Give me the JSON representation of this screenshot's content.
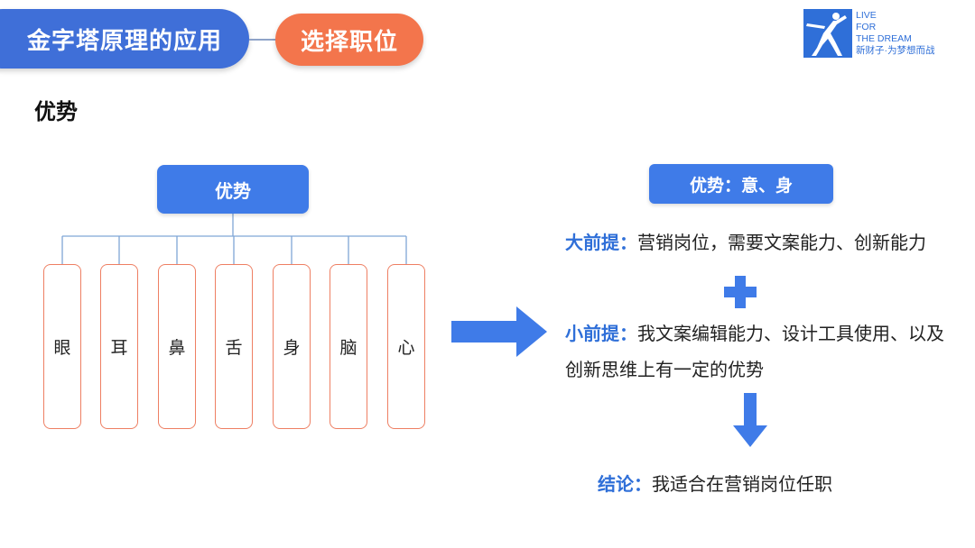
{
  "header": {
    "title": "金字塔原理的应用",
    "subtitle": "选择职位"
  },
  "logo": {
    "line1": "LIVE",
    "line2": "FOR",
    "line3": "THE DREAM",
    "tagline": "新财子·为梦想而战",
    "color": "#2f6fd8"
  },
  "section_heading": "优势",
  "tree": {
    "root": "优势",
    "leaves": [
      "眼",
      "耳",
      "鼻",
      "舌",
      "身",
      "脑",
      "心"
    ]
  },
  "conclusion_panel": {
    "heading": "优势：意、身",
    "major_premise_label": "大前提：",
    "major_premise_text": "营销岗位，需要文案能力、创新能力",
    "minor_premise_label": "小前提：",
    "minor_premise_text": "我文案编辑能力、设计工具使用、以及创新思维上有一定的优势",
    "conclusion_label": "结论：",
    "conclusion_text": "我适合在营销岗位任职"
  },
  "colors": {
    "primary_blue": "#3f7be8",
    "orange": "#f3754c",
    "leaf_border": "#ee7f63",
    "connector_line": "#7fa6d6"
  }
}
